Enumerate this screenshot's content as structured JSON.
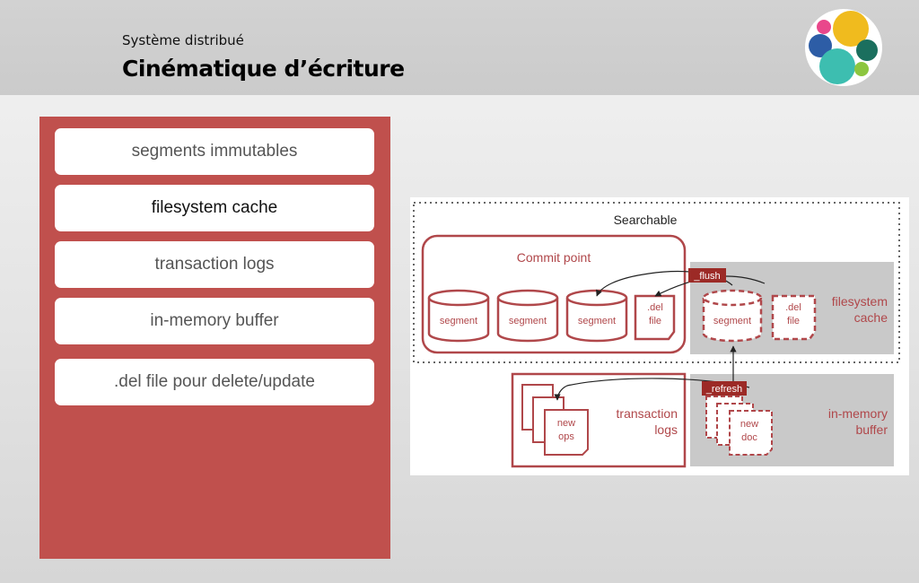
{
  "header": {
    "subtitle": "Système distribué",
    "title": "Cinématique d’écriture"
  },
  "logo": {
    "icon": "elastic-logo-icon"
  },
  "list": {
    "items": [
      {
        "label": "segments immutables"
      },
      {
        "label": "filesystem cache"
      },
      {
        "label": "transaction logs"
      },
      {
        "label": "in-memory buffer"
      },
      {
        "label": ".del file pour delete/update"
      }
    ]
  },
  "diagram": {
    "searchable": "Searchable",
    "commit_point": "Commit point",
    "segment": "segment",
    "del_line1": ".del",
    "del_line2": "file",
    "flush": "_flush",
    "refresh": "_refresh",
    "fs_cache_line1": "filesystem",
    "fs_cache_line2": "cache",
    "tlog_line1": "transaction",
    "tlog_line2": "logs",
    "new_ops_line1": "new",
    "new_ops_line2": "ops",
    "new_doc_line1": "new",
    "new_doc_line2": "doc",
    "buffer_line1": "in-memory",
    "buffer_line2": "buffer"
  },
  "colors": {
    "accent_red": "#c0504d",
    "diagram_red": "#b0474a",
    "label_red": "#9c2a26"
  }
}
